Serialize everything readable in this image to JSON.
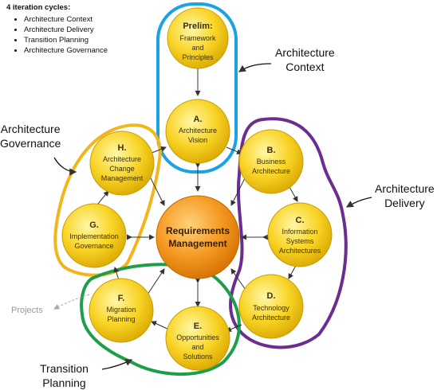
{
  "legend": {
    "title": "4 iteration cycles:",
    "items": [
      "Architecture Context",
      "Architecture Delivery",
      "Transition Planning",
      "Architecture Governance"
    ]
  },
  "callouts": {
    "context": [
      "Architecture",
      "Context"
    ],
    "governance": [
      "Architecture",
      "Governance"
    ],
    "delivery": [
      "Architecture",
      "Delivery"
    ],
    "transition": [
      "Transition",
      "Planning"
    ]
  },
  "projects_label": "Projects",
  "center": [
    "Requirements",
    "Management"
  ],
  "phases": {
    "prelim": {
      "letter": "Prelim:",
      "lines": [
        "Framework",
        "and",
        "Principles"
      ]
    },
    "a": {
      "letter": "A.",
      "lines": [
        "Architecture",
        "Vision"
      ]
    },
    "b": {
      "letter": "B.",
      "lines": [
        "Business",
        "Architecture"
      ]
    },
    "c": {
      "letter": "C.",
      "lines": [
        "Information",
        "Systems",
        "Architectures"
      ]
    },
    "d": {
      "letter": "D.",
      "lines": [
        "Technology",
        "Architecture"
      ]
    },
    "e": {
      "letter": "E.",
      "lines": [
        "Opportunities",
        "and",
        "Solutions"
      ]
    },
    "f": {
      "letter": "F.",
      "lines": [
        "Migration",
        "Planning"
      ]
    },
    "g": {
      "letter": "G.",
      "lines": [
        "Implementation",
        "Governance"
      ]
    },
    "h": {
      "letter": "H.",
      "lines": [
        "Architecture",
        "Change",
        "Management"
      ]
    }
  },
  "colors": {
    "context": "#1aa3e0",
    "delivery": "#6b2d90",
    "transition": "#1e9e48",
    "governance": "#f2b51a",
    "phase_fill": "#f7cf1f",
    "center_fill": "#f28c1b"
  }
}
